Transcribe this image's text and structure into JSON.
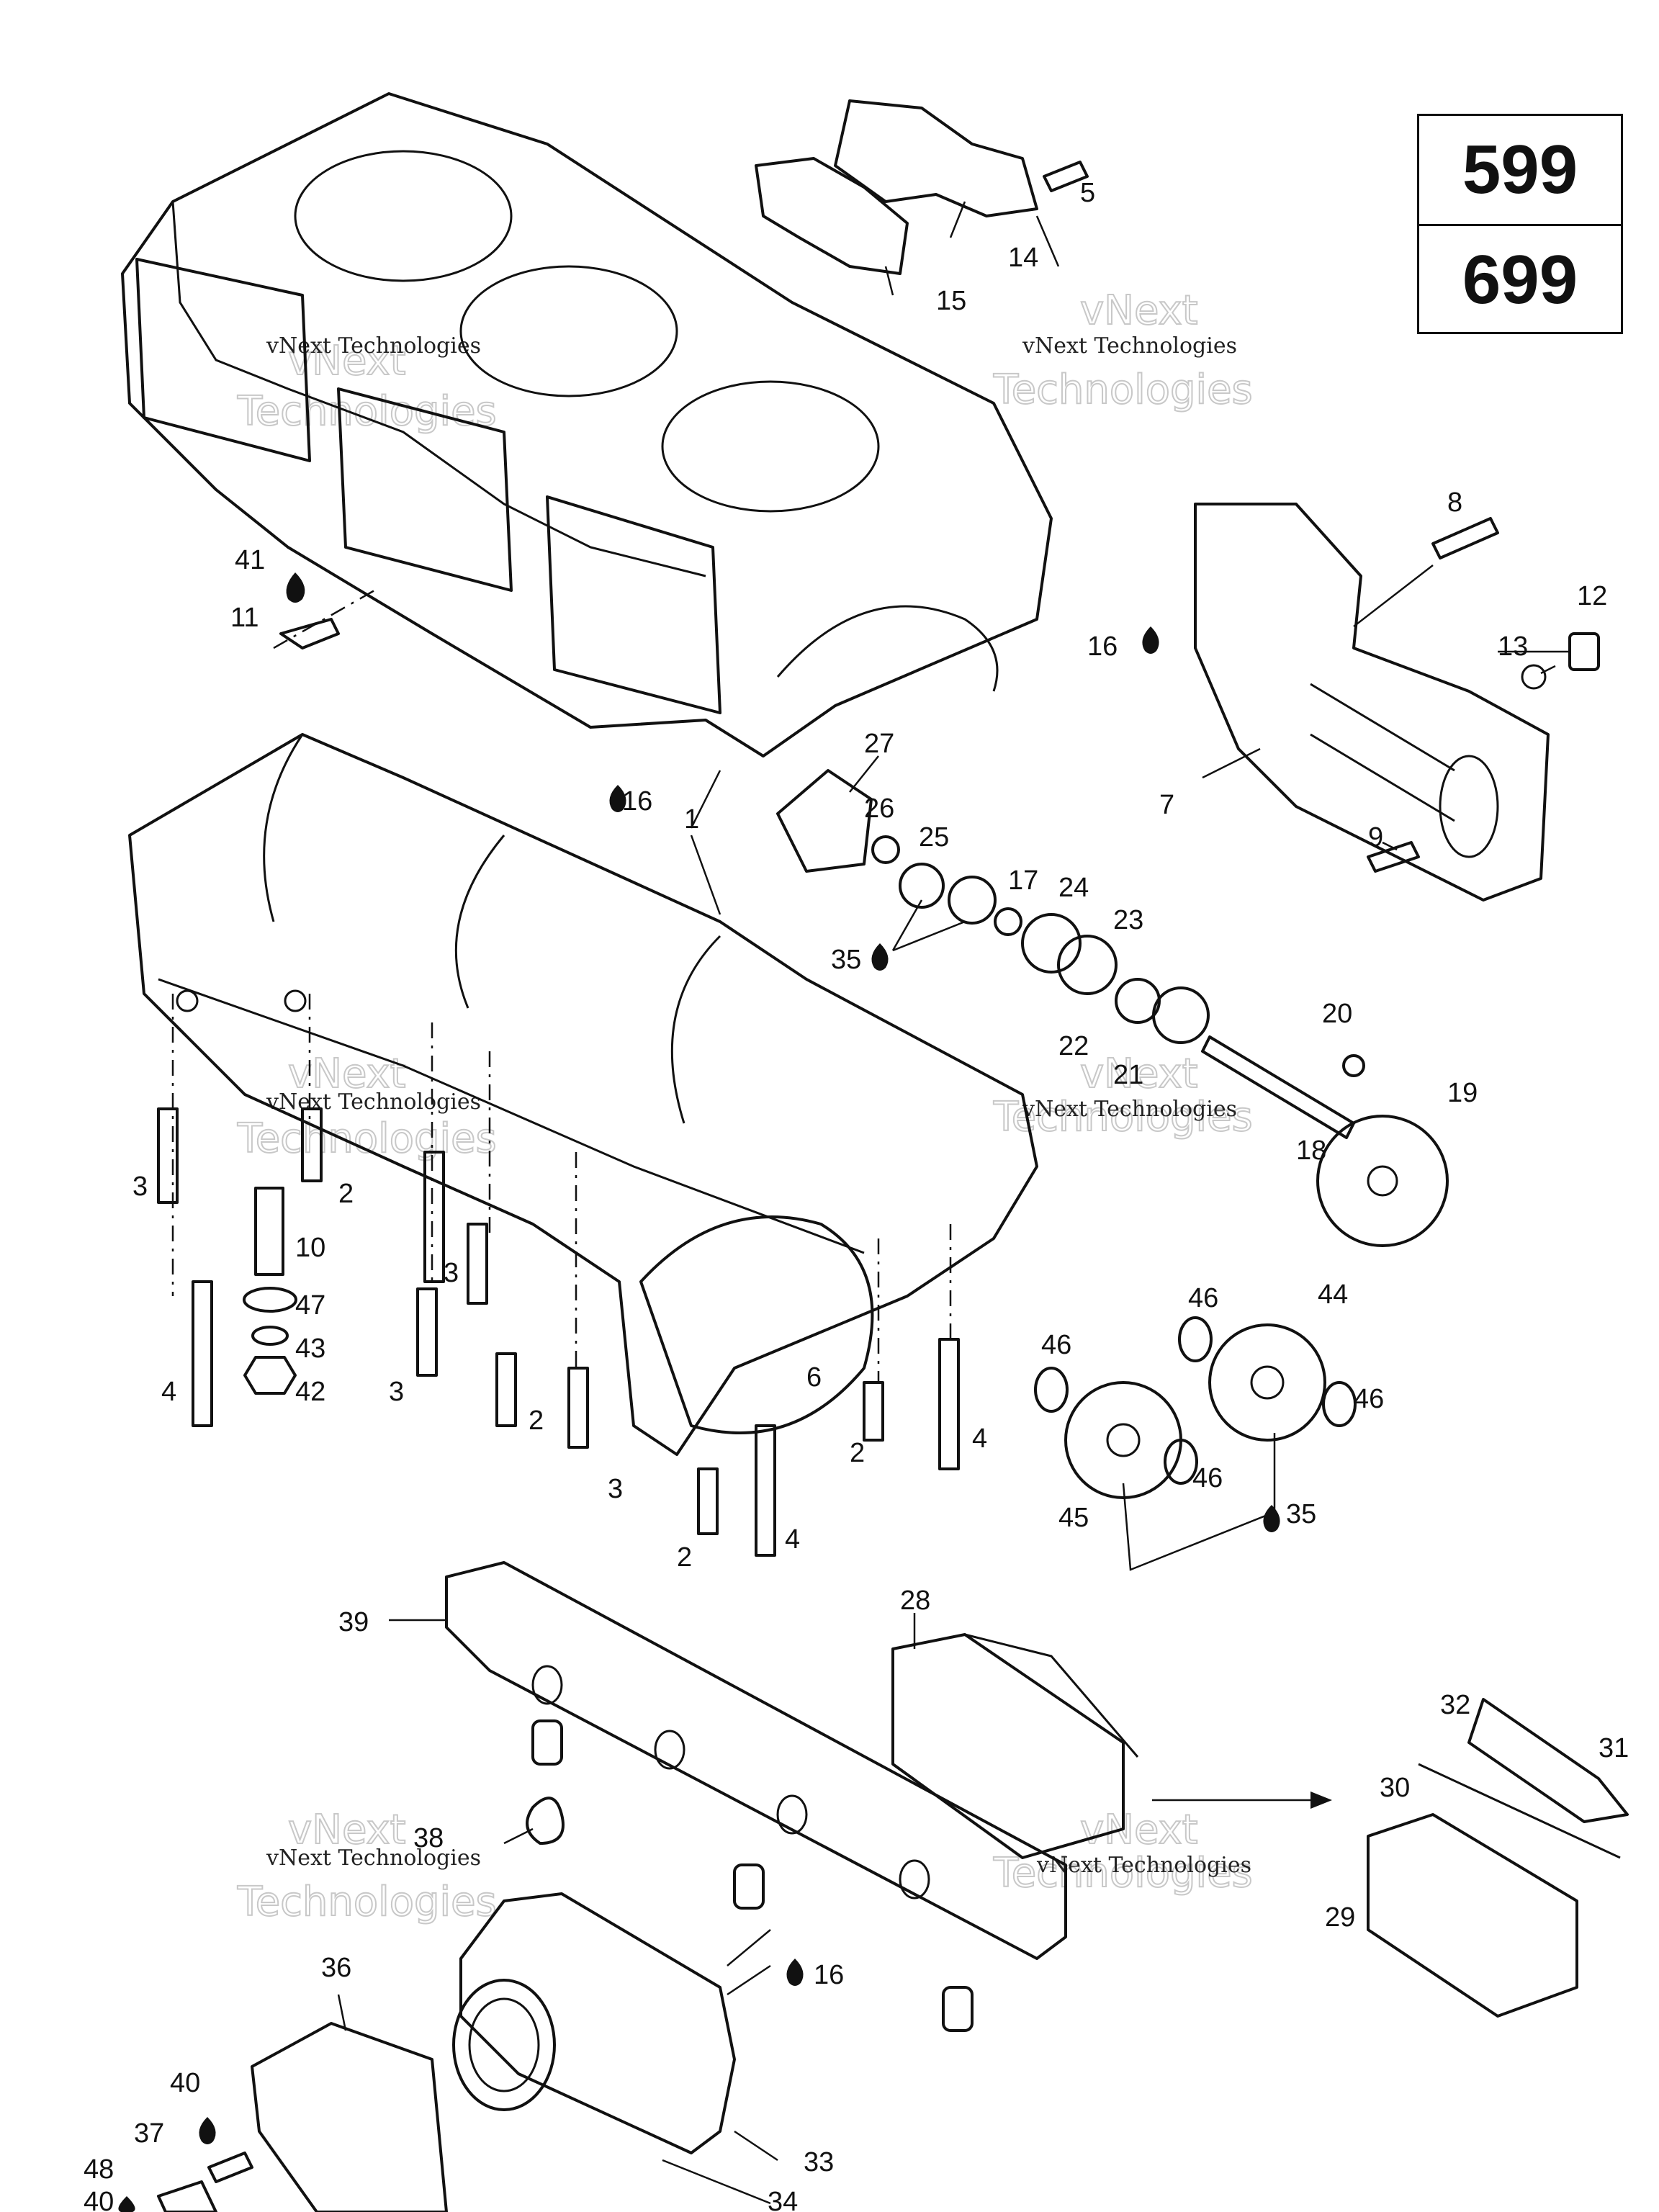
{
  "models": [
    "599",
    "699"
  ],
  "watermark": {
    "small": "vNext Technologies",
    "large_line1": "vNext",
    "large_line2": "Technologies"
  },
  "labels": {
    "l1": "1",
    "l2": "2",
    "l3": "3",
    "l4": "4",
    "l5": "5",
    "l6": "6",
    "l7": "7",
    "l8": "8",
    "l9": "9",
    "l10": "10",
    "l11": "11",
    "l12": "12",
    "l13": "13",
    "l14": "14",
    "l15": "15",
    "l16": "16",
    "l17": "17",
    "l18": "18",
    "l19": "19",
    "l20": "20",
    "l21": "21",
    "l22": "22",
    "l23": "23",
    "l24": "24",
    "l25": "25",
    "l26": "26",
    "l27": "27",
    "l28": "28",
    "l29": "29",
    "l30": "30",
    "l31": "31",
    "l32": "32",
    "l33": "33",
    "l34": "34",
    "l35": "35",
    "l36": "36",
    "l37": "37",
    "l38": "38",
    "l39": "39",
    "l40": "40",
    "l41": "41",
    "l42": "42",
    "l43": "43",
    "l44": "44",
    "l45": "45",
    "l46": "46",
    "l47": "47",
    "l48": "48"
  }
}
